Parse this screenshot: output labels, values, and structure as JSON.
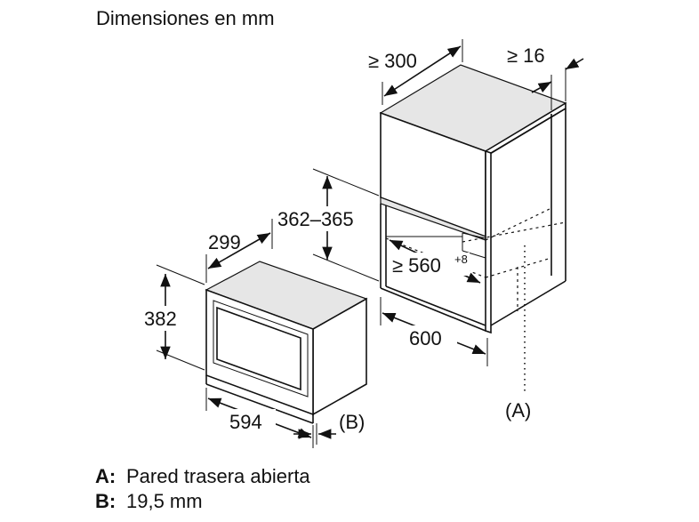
{
  "title": "Dimensiones en mm",
  "dimensions": {
    "cabinet_depth": "≥ 300",
    "side_gap": "≥ 16",
    "niche_height": "362–365",
    "niche_width": "≥ 560",
    "niche_width_tolerance": "+8",
    "cabinet_width": "600",
    "appliance_depth": "299",
    "appliance_height": "382",
    "appliance_width": "594"
  },
  "markers": {
    "rear_wall": "(A)",
    "front_offset": "(B)"
  },
  "legend": [
    {
      "key": "A:",
      "text": "Pared trasera abierta"
    },
    {
      "key": "B:",
      "text": "19,5 mm"
    }
  ]
}
